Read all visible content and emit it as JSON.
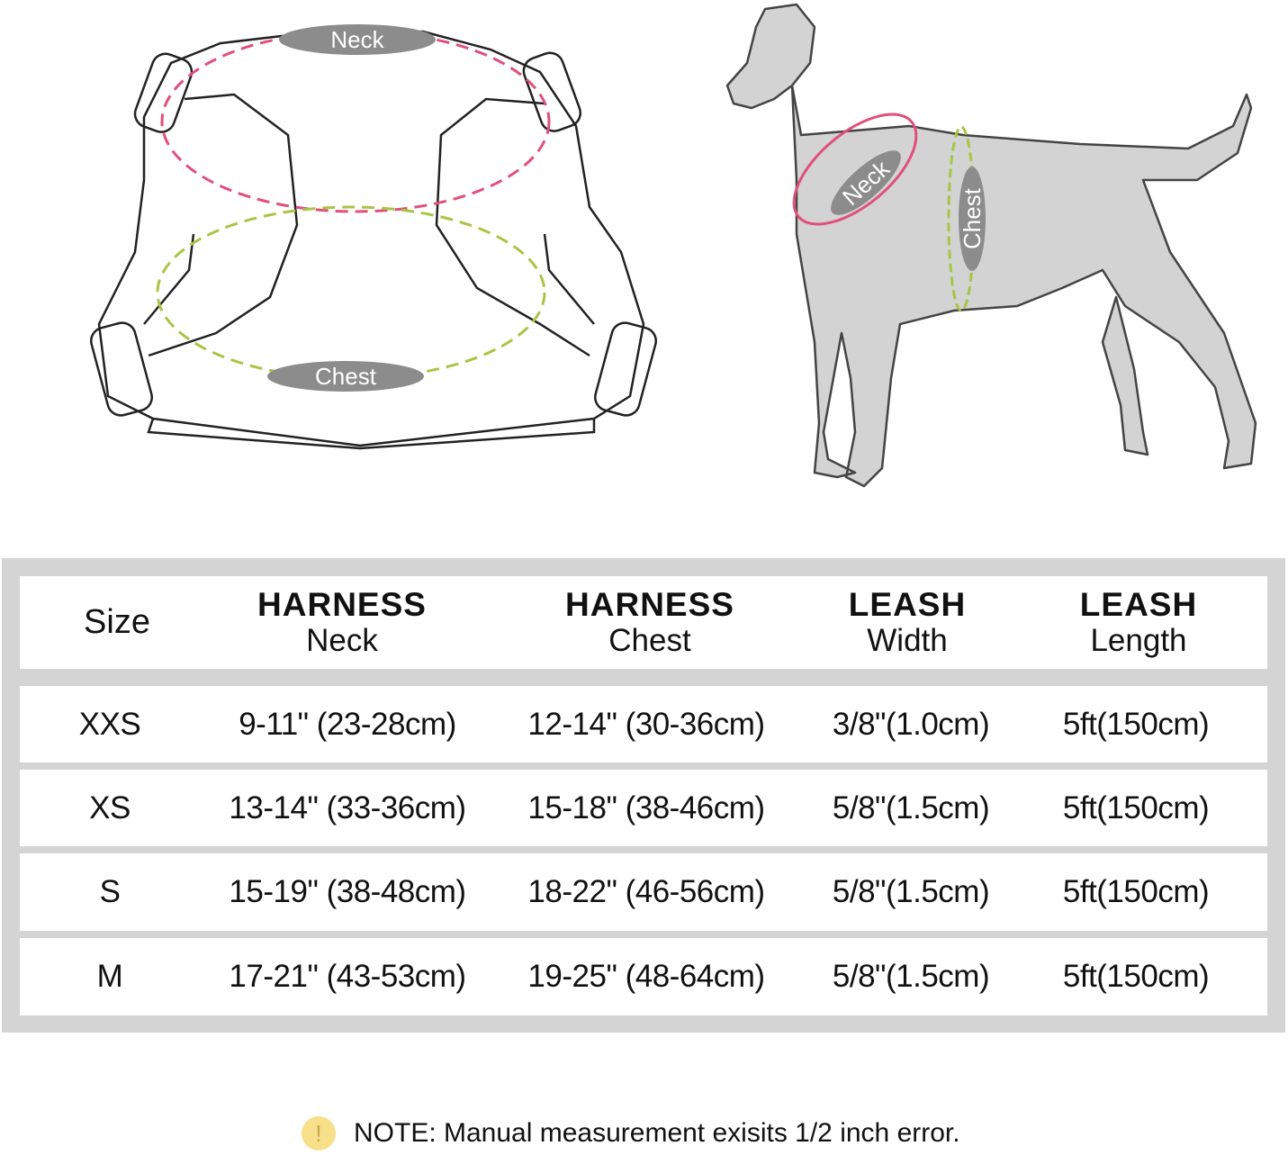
{
  "illustrations": {
    "harness_labels": {
      "neck": "Neck",
      "chest": "Chest"
    },
    "dog_labels": {
      "neck": "Neck",
      "chest": "Chest"
    },
    "colors": {
      "neck": "#e0507a",
      "chest": "#a8c545",
      "pill": "#8c8c8c",
      "dog": "#d3d3d3"
    }
  },
  "table": {
    "headers": [
      {
        "title": "Size",
        "sub": ""
      },
      {
        "title": "HARNESS",
        "sub": "Neck"
      },
      {
        "title": "HARNESS",
        "sub": "Chest"
      },
      {
        "title": "LEASH",
        "sub": "Width"
      },
      {
        "title": "LEASH",
        "sub": "Length"
      }
    ],
    "rows": [
      [
        "XXS",
        "9-11\" (23-28cm)",
        "12-14\" (30-36cm)",
        "3/8\"(1.0cm)",
        "5ft(150cm)"
      ],
      [
        "XS",
        "13-14\" (33-36cm)",
        "15-18\" (38-46cm)",
        "5/8\"(1.5cm)",
        "5ft(150cm)"
      ],
      [
        "S",
        "15-19\" (38-48cm)",
        "18-22\" (46-56cm)",
        "5/8\"(1.5cm)",
        "5ft(150cm)"
      ],
      [
        "M",
        "17-21\" (43-53cm)",
        "19-25\" (48-64cm)",
        "5/8\"(1.5cm)",
        "5ft(150cm)"
      ]
    ]
  },
  "note": {
    "icon": "exclamation-icon",
    "icon_glyph": "!",
    "text": "NOTE: Manual measurement exisits 1/2 inch error."
  }
}
